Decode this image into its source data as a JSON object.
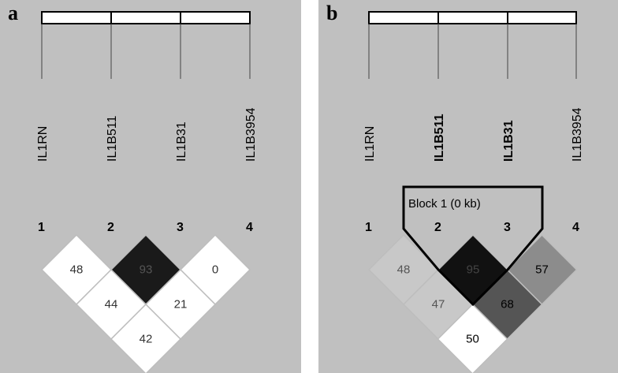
{
  "panels": [
    {
      "letter": "a",
      "markers": [
        "IL1RN",
        "IL1B511",
        "IL1B31",
        "IL1B3954"
      ],
      "bold_markers": [
        false,
        false,
        false,
        false
      ],
      "indices": [
        "1",
        "2",
        "3",
        "4"
      ],
      "cells": [
        {
          "i": 1,
          "j": 2,
          "value": "48",
          "fill": "#ffffff",
          "text_color": "#333333"
        },
        {
          "i": 2,
          "j": 3,
          "value": "93",
          "fill": "#1a1a1a",
          "text_color": "#555555"
        },
        {
          "i": 3,
          "j": 4,
          "value": "0",
          "fill": "#ffffff",
          "text_color": "#333333"
        },
        {
          "i": 1,
          "j": 3,
          "value": "44",
          "fill": "#ffffff",
          "text_color": "#333333"
        },
        {
          "i": 2,
          "j": 4,
          "value": "21",
          "fill": "#ffffff",
          "text_color": "#333333"
        },
        {
          "i": 1,
          "j": 4,
          "value": "42",
          "fill": "#ffffff",
          "text_color": "#333333"
        }
      ]
    },
    {
      "letter": "b",
      "markers": [
        "IL1RN",
        "IL1B511",
        "IL1B31",
        "IL1B3954"
      ],
      "bold_markers": [
        false,
        true,
        true,
        false
      ],
      "indices": [
        "1",
        "2",
        "3",
        "4"
      ],
      "block": {
        "label": "Block 1 (0 kb)",
        "from": 2,
        "to": 3
      },
      "cells": [
        {
          "i": 1,
          "j": 2,
          "value": "48",
          "fill": "#c8c8c8",
          "text_color": "#555555"
        },
        {
          "i": 2,
          "j": 3,
          "value": "95",
          "fill": "#111111",
          "text_color": "#444444"
        },
        {
          "i": 3,
          "j": 4,
          "value": "57",
          "fill": "#8c8c8c",
          "text_color": "#000000"
        },
        {
          "i": 1,
          "j": 3,
          "value": "47",
          "fill": "#c8c8c8",
          "text_color": "#555555"
        },
        {
          "i": 2,
          "j": 4,
          "value": "68",
          "fill": "#555555",
          "text_color": "#000000"
        },
        {
          "i": 1,
          "j": 4,
          "value": "50",
          "fill": "#ffffff",
          "text_color": "#000000"
        }
      ]
    }
  ]
}
